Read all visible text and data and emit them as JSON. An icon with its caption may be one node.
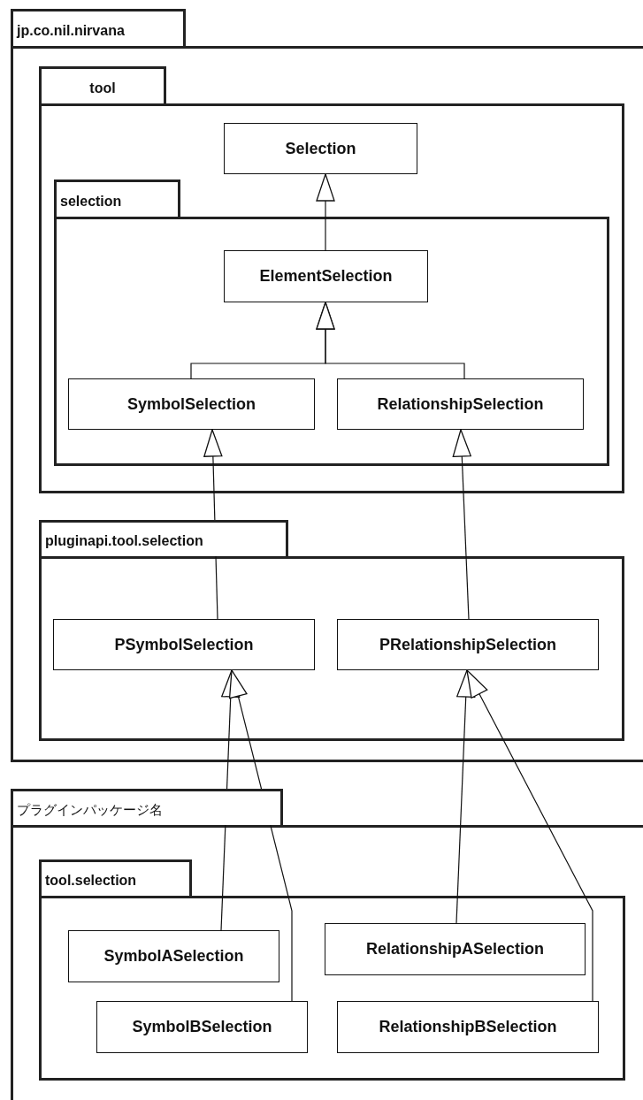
{
  "diagram": {
    "nodes": [
      {
        "text": [
          "jp.co.nil.nirvana"
        ]
      },
      {
        "text": [
          "tool"
        ],
        "in": 0
      },
      {
        "text": [
          "Selection"
        ],
        "in": 1
      },
      {
        "text": [
          "selection"
        ],
        "in": 1
      },
      {
        "text": [
          "ElementSelection"
        ],
        "in": 3
      },
      {
        "text": [
          "SymbolSelection"
        ],
        "in": 3
      },
      {
        "text": [
          "RelationshipSelection"
        ],
        "in": 3
      },
      {
        "text": [
          "pluginapi.tool.selection"
        ],
        "in": 0
      },
      {
        "text": [
          "PSymbolSelection"
        ],
        "in": 7
      },
      {
        "text": [
          "PRelationshipSelection"
        ],
        "in": 7
      },
      {
        "text": [
          "プラグインパッケージ名"
        ]
      },
      {
        "text": [
          "tool.selection"
        ],
        "in": 10
      },
      {
        "text": [
          "SymbolASelection"
        ],
        "in": 11
      },
      {
        "text": [
          "SymbolBSelection"
        ],
        "in": 11
      },
      {
        "text": [
          "RelationshipASelection"
        ],
        "in": 11
      },
      {
        "text": [
          "RelationshipBSelection"
        ],
        "in": 11
      }
    ],
    "edges": [
      {
        "from": 4,
        "to": 2,
        "arrow": "to"
      },
      {
        "from": 5,
        "to": 4,
        "arrow": "to"
      },
      {
        "from": 6,
        "to": 4,
        "arrow": "to"
      },
      {
        "from": 8,
        "to": 5,
        "arrow": "to"
      },
      {
        "from": 9,
        "to": 6,
        "arrow": "to"
      },
      {
        "from": 12,
        "to": 8,
        "arrow": "to"
      },
      {
        "from": 13,
        "to": 8,
        "arrow": "to"
      },
      {
        "from": 14,
        "to": 9,
        "arrow": "to"
      },
      {
        "from": 15,
        "to": 9,
        "arrow": "to"
      }
    ]
  }
}
